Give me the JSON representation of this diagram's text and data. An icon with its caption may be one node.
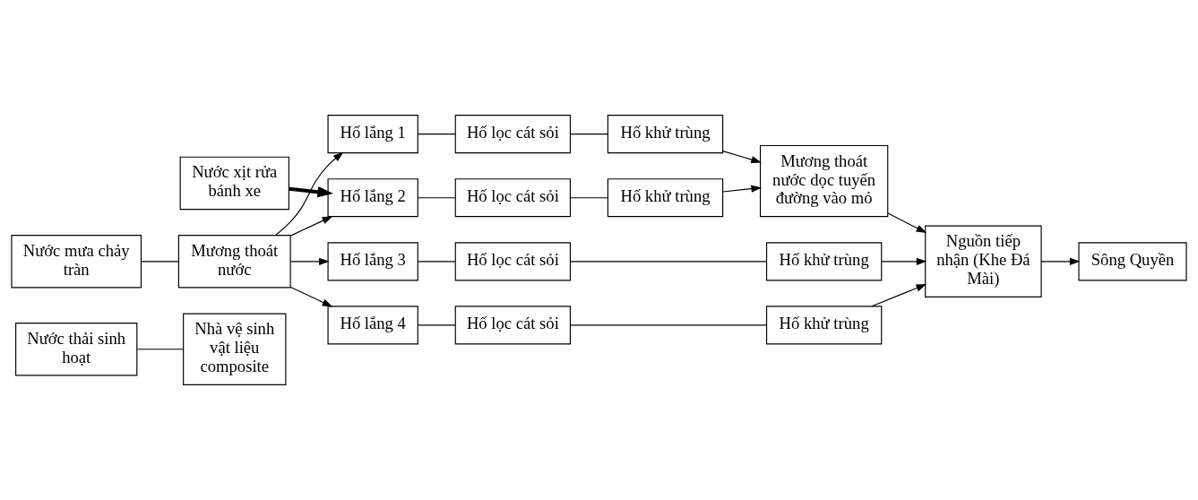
{
  "diagram": {
    "nodes": [
      {
        "text": [
          "Nước thải sinh hoạt"
        ]
      },
      {
        "text": [
          "Nhà vệ sinh vật liệu composite"
        ]
      },
      {
        "text": [
          "Nước xịt rửa bánh xe"
        ]
      },
      {
        "text": [
          "Nước mưa chảy tràn"
        ]
      },
      {
        "text": [
          "Mương thoát nước"
        ]
      },
      {
        "text": [
          "Hố lắng 1"
        ]
      },
      {
        "text": [
          "Hố lọc cát sỏi"
        ]
      },
      {
        "text": [
          "Hố khử trùng"
        ]
      },
      {
        "text": [
          "Hố lắng 2"
        ]
      },
      {
        "text": [
          "Hố lọc cát sỏi"
        ]
      },
      {
        "text": [
          "Hố khử trùng"
        ]
      },
      {
        "text": [
          "Hố lắng 3"
        ]
      },
      {
        "text": [
          "Hố lọc cát sỏi"
        ]
      },
      {
        "text": [
          "Hố khử trùng"
        ]
      },
      {
        "text": [
          "Hố lắng 4"
        ]
      },
      {
        "text": [
          "Hố lọc cát sỏi"
        ]
      },
      {
        "text": [
          "Hố khử trùng"
        ]
      },
      {
        "text": [
          "Mương thoát nước dọc tuyến đường vào mỏ"
        ]
      },
      {
        "text": [
          "Nguồn tiếp nhận (Khe Đá Mài)"
        ]
      },
      {
        "text": [
          "Sông Quyền"
        ]
      }
    ],
    "edges": [
      {
        "from": 0,
        "to": 1,
        "arrow": "none"
      },
      {
        "from": 3,
        "to": 4,
        "arrow": "none"
      },
      {
        "from": 4,
        "to": 5,
        "arrow": "to"
      },
      {
        "from": 4,
        "to": 8,
        "arrow": "to"
      },
      {
        "from": 2,
        "to": 8,
        "arrow": "to",
        "style": "thick"
      },
      {
        "from": 4,
        "to": 11,
        "arrow": "to"
      },
      {
        "from": 4,
        "to": 14,
        "arrow": "to"
      },
      {
        "from": 5,
        "to": 6,
        "arrow": "none"
      },
      {
        "from": 6,
        "to": 7,
        "arrow": "none"
      },
      {
        "from": 8,
        "to": 9,
        "arrow": "none"
      },
      {
        "from": 9,
        "to": 10,
        "arrow": "none"
      },
      {
        "from": 11,
        "to": 12,
        "arrow": "none"
      },
      {
        "from": 12,
        "to": 13,
        "arrow": "none"
      },
      {
        "from": 14,
        "to": 15,
        "arrow": "none"
      },
      {
        "from": 15,
        "to": 16,
        "arrow": "none"
      },
      {
        "from": 7,
        "to": 17,
        "arrow": "to"
      },
      {
        "from": 10,
        "to": 17,
        "arrow": "to"
      },
      {
        "from": 13,
        "to": 18,
        "arrow": "to"
      },
      {
        "from": 16,
        "to": 18,
        "arrow": "to"
      },
      {
        "from": 17,
        "to": 18,
        "arrow": "to"
      },
      {
        "from": 18,
        "to": 19,
        "arrow": "to"
      }
    ]
  }
}
